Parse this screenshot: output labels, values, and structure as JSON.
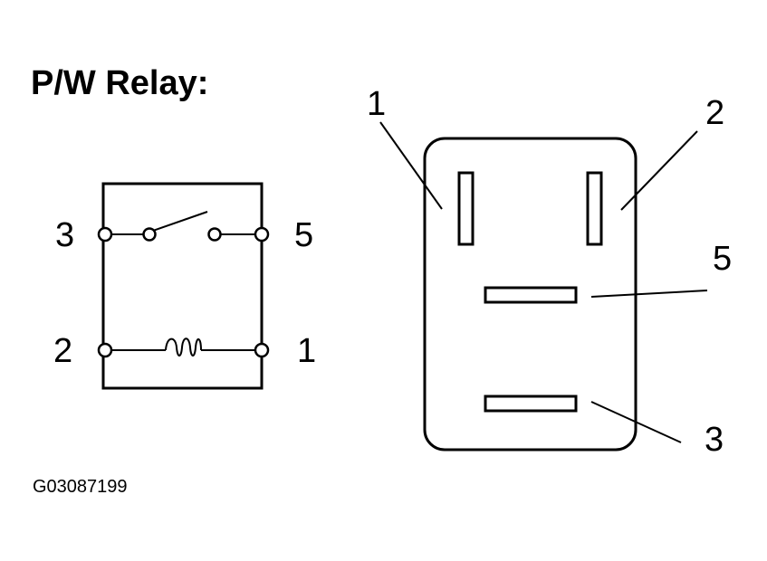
{
  "title": "P/W Relay:",
  "figure_code": "G03087199",
  "schematic": {
    "pin_top_left": "3",
    "pin_top_right": "5",
    "pin_bottom_left": "2",
    "pin_bottom_right": "1"
  },
  "connector": {
    "pin_1": "1",
    "pin_2": "2",
    "pin_5": "5",
    "pin_3": "3"
  }
}
